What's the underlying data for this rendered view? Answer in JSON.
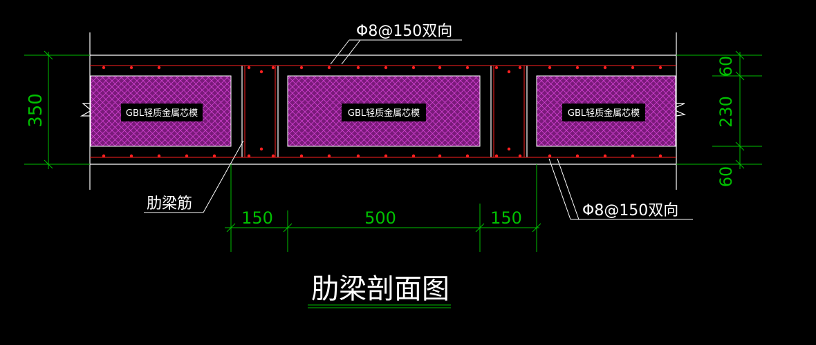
{
  "colors": {
    "background": "#000000",
    "outline": "#ffffff",
    "dimension": "#00c000",
    "rebar": "#ff2020",
    "core_fill": "#7a1a7a",
    "core_hatch": "#d040d0",
    "core_label_bg": "#000000"
  },
  "labels": {
    "top_rebar": "Φ8@150双向",
    "bottom_rebar": "Φ8@150双向",
    "rib_rebar": "肋梁筋",
    "title": "肋梁剖面图"
  },
  "cores": [
    {
      "label": "GBL轻质金属芯模"
    },
    {
      "label": "GBL轻质金属芯模"
    },
    {
      "label": "GBL轻质金属芯模"
    }
  ],
  "dimensions": {
    "total_height": "350",
    "top_cover": "60",
    "core_height": "230",
    "bottom_cover": "60",
    "rib1_width": "150",
    "core_width": "500",
    "rib2_width": "150"
  }
}
